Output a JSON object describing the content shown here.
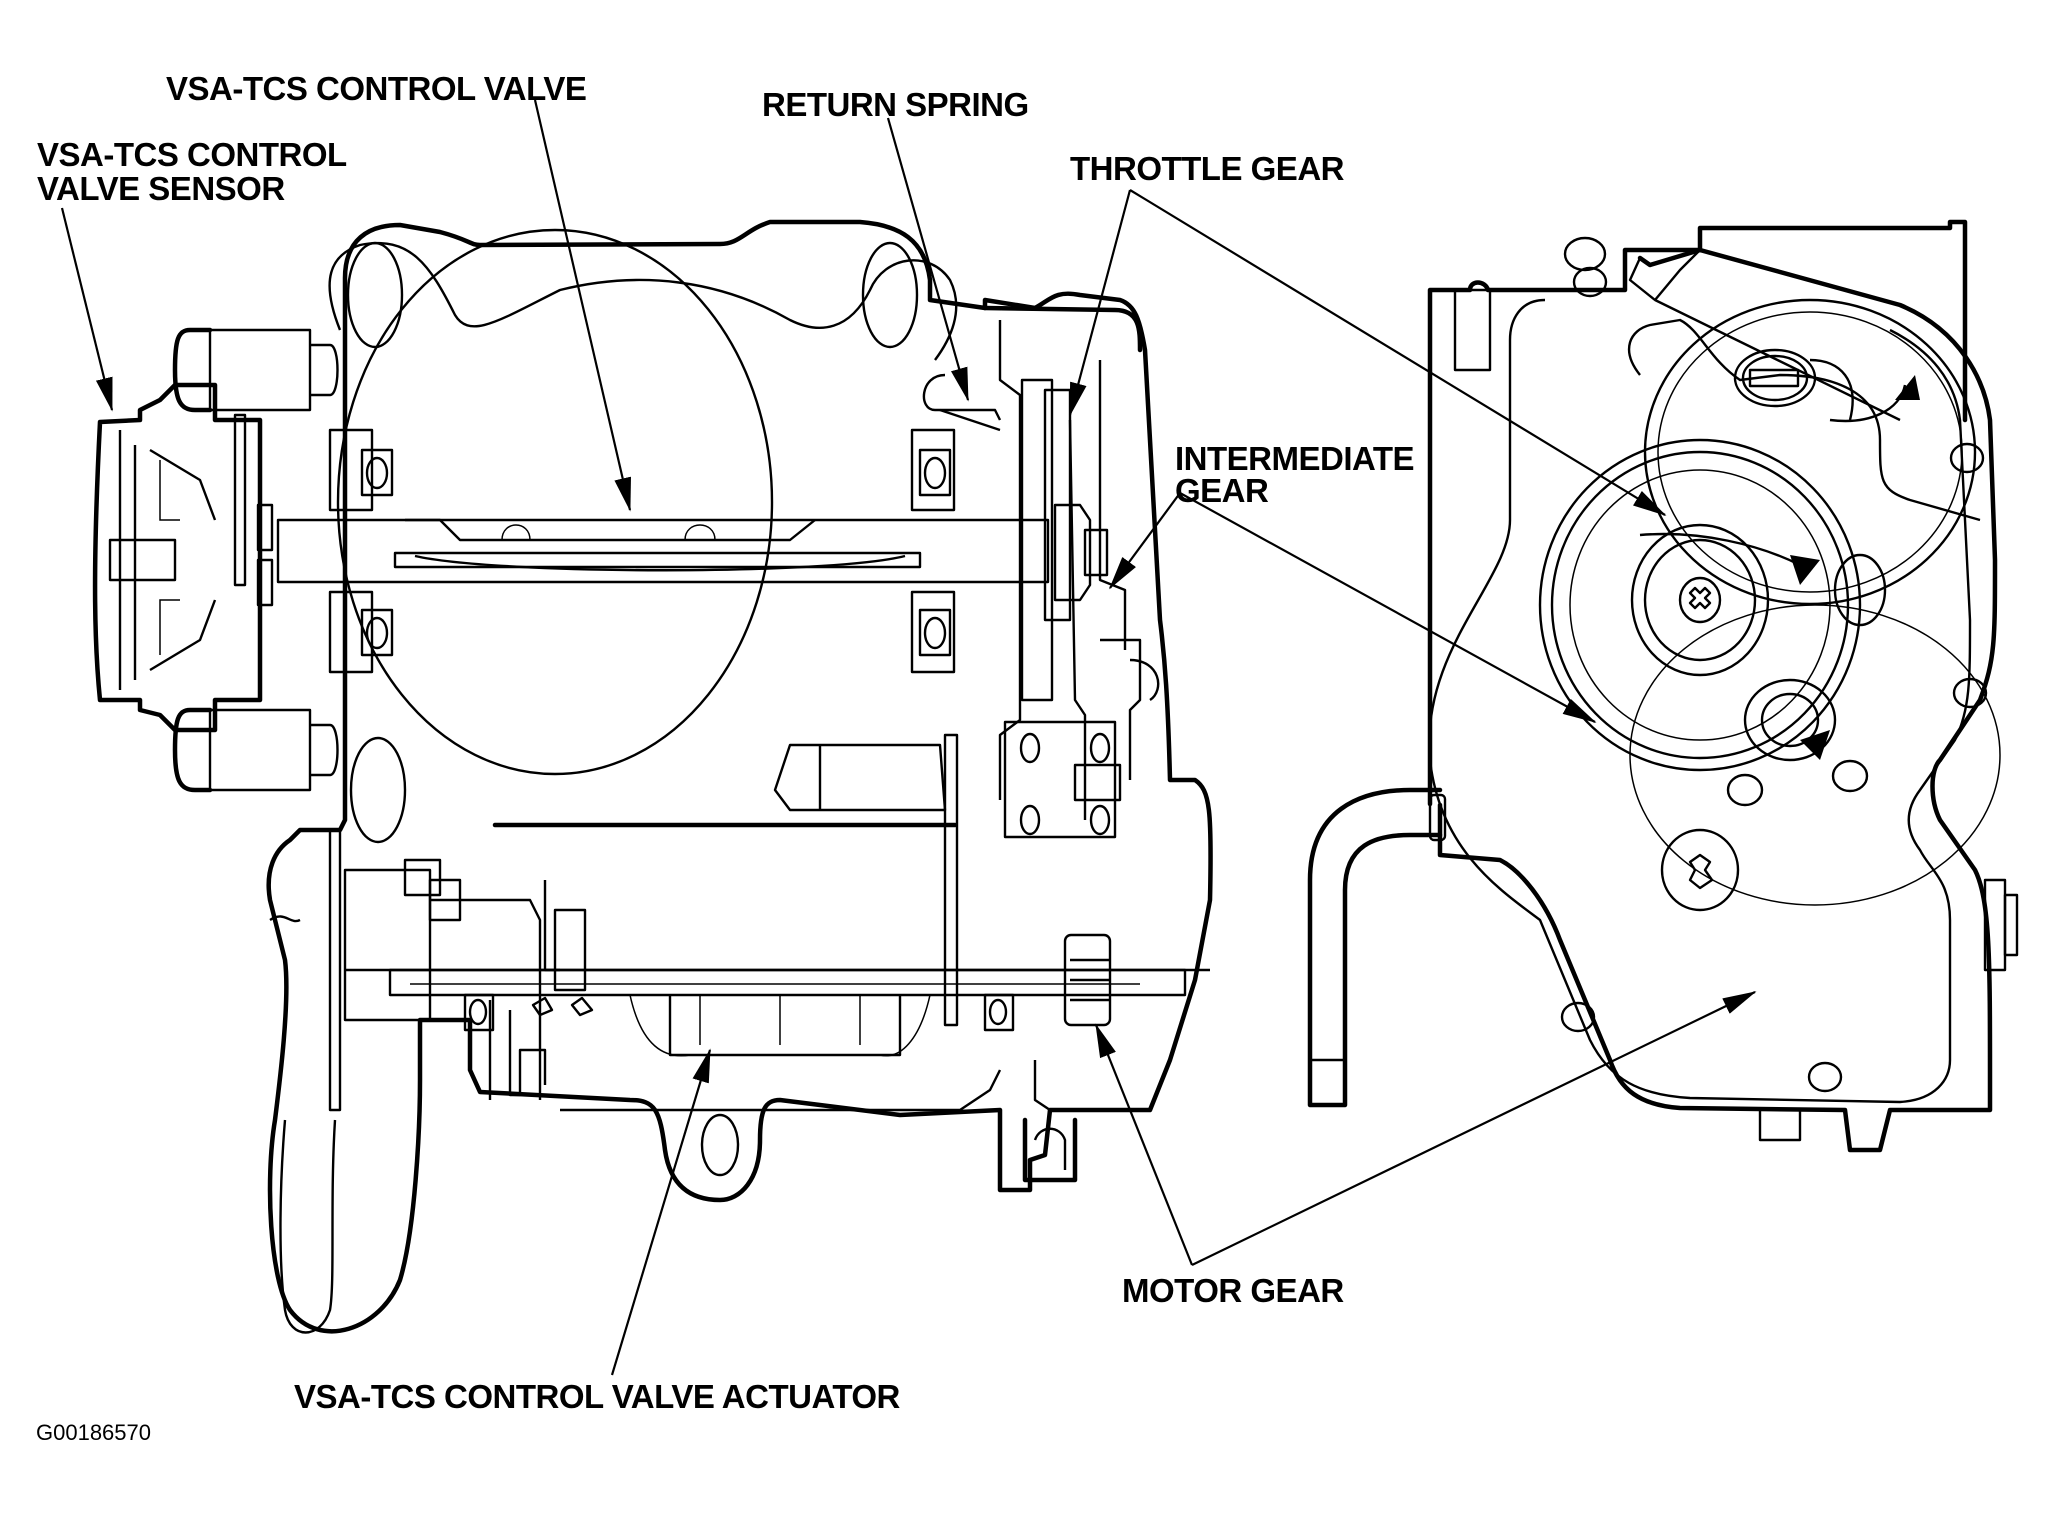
{
  "figure": {
    "id_code": "G00186570",
    "background": "#ffffff",
    "ink": "#000000"
  },
  "labels": {
    "control_valve": "VSA-TCS CONTROL VALVE",
    "control_valve_sensor_line1": "VSA-TCS CONTROL",
    "control_valve_sensor_line2": "VALVE SENSOR",
    "return_spring": "RETURN SPRING",
    "throttle_gear": "THROTTLE GEAR",
    "intermediate_gear_line1": "INTERMEDIATE",
    "intermediate_gear_line2": "GEAR",
    "motor_gear": "MOTOR GEAR",
    "control_valve_actuator": "VSA-TCS CONTROL VALVE ACTUATOR"
  },
  "views": [
    {
      "name": "throttle-body-cross-section",
      "parts": [
        "VSA-TCS control valve sensor",
        "VSA-TCS control valve",
        "return spring",
        "throttle gear",
        "intermediate gear",
        "motor gear",
        "VSA-TCS control valve actuator"
      ]
    },
    {
      "name": "gear-housing-side-view",
      "parts": [
        "throttle gear",
        "intermediate gear",
        "motor gear"
      ]
    }
  ]
}
